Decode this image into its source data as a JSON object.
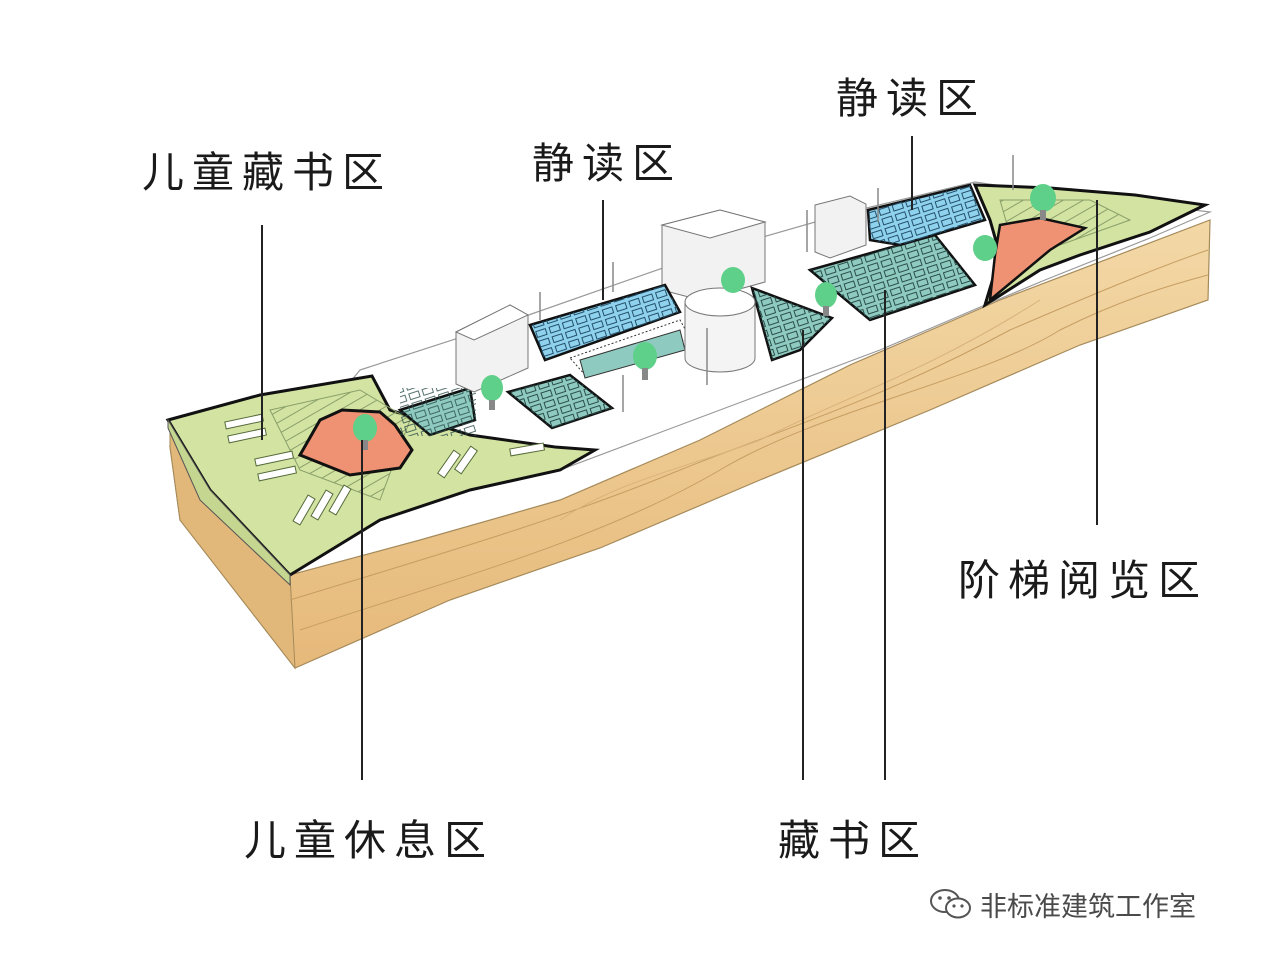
{
  "labels": {
    "children_stacks": "儿童藏书区",
    "quiet_reading_center": "静读区",
    "quiet_reading_right": "静读区",
    "tiered_reading": "阶梯阅览区",
    "children_rest": "儿童休息区",
    "book_stacks": "藏书区"
  },
  "watermark": {
    "text": "非标准建筑工作室",
    "icon": "wechat-icon"
  },
  "colors": {
    "children_area": "#d3e3a2",
    "rest_area": "#ee9273",
    "reading_area": "#8fd2ee",
    "stacks_area": "#8fcac0",
    "terrain": "#edc88c",
    "tree": "#5fd08a"
  }
}
